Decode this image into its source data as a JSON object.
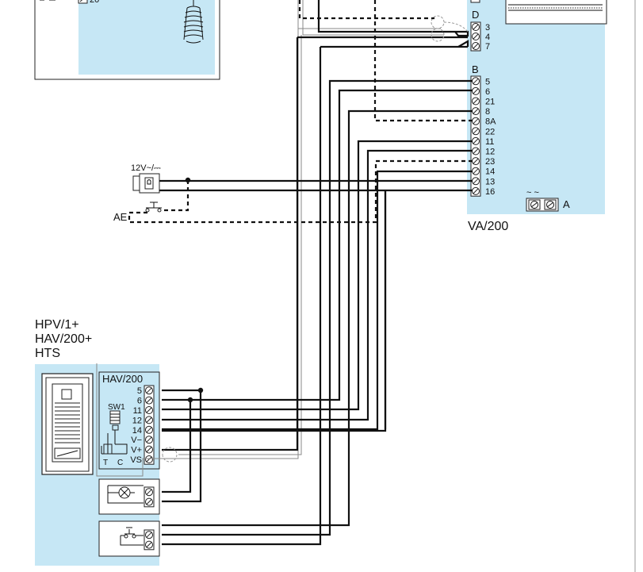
{
  "monitor_unit": {
    "terminal_top": "20",
    "block_d": {
      "letter": "D",
      "terminals": [
        "3",
        "4",
        "7"
      ]
    },
    "block_b": {
      "letter": "B",
      "terminals": [
        "5",
        "6",
        "21",
        "8",
        "8A",
        "22",
        "11",
        "12",
        "23",
        "14",
        "13",
        "16"
      ]
    },
    "block_a": {
      "letter": "A",
      "symbol": "~  ~"
    },
    "model": "VA/200"
  },
  "lock": {
    "supply": "12V~/⎓",
    "button_label": "AE"
  },
  "panel": {
    "title_lines": [
      "HPV/1+",
      "HAV/200+",
      "HTS"
    ],
    "module": "HAV/200",
    "terminals": [
      "5",
      "6",
      "11",
      "12",
      "14",
      "V−",
      "V+",
      "VS"
    ],
    "switch_label": "SW1",
    "switch_pins": [
      "T",
      "C"
    ]
  },
  "colors": {
    "panel_bg": "#c6e7f5",
    "line": "#111111"
  }
}
